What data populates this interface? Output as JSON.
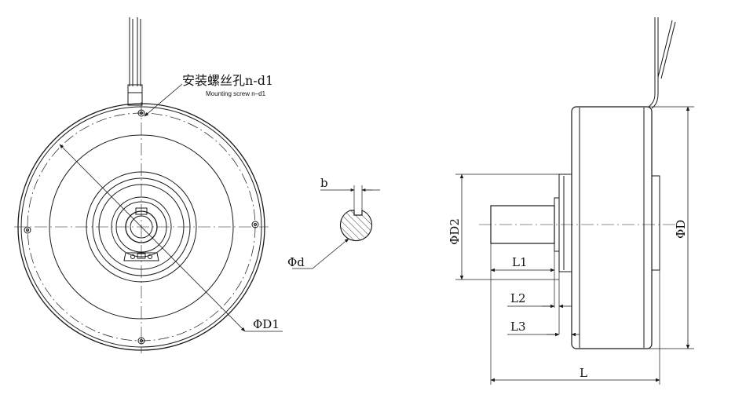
{
  "labels": {
    "mount_cn": "安装螺丝孔n-d1",
    "mount_en": "Mounting screw n–d1",
    "D1": "ΦD1",
    "d": "Φd",
    "b": "b",
    "D2": "ΦD2",
    "D": "ΦD",
    "L1": "L1",
    "L2": "L2",
    "L3": "L3",
    "L": "L"
  },
  "colors": {
    "line": "#1a1a1a",
    "background": "#ffffff"
  }
}
